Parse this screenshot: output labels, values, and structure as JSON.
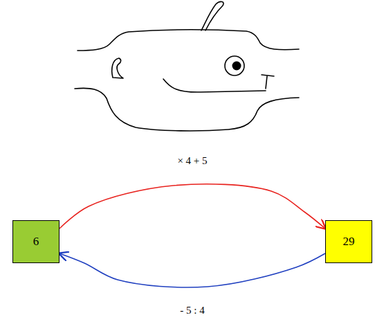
{
  "diagram": {
    "nodes": [
      {
        "text": [
          "6"
        ]
      },
      {
        "text": [
          "29"
        ]
      }
    ],
    "edges": [
      {
        "from": 0,
        "to": 1,
        "arrow": "to",
        "label": "× 4 + 5"
      },
      {
        "from": 1,
        "to": 0,
        "arrow": "to",
        "label": "- 5 : 4"
      }
    ]
  }
}
